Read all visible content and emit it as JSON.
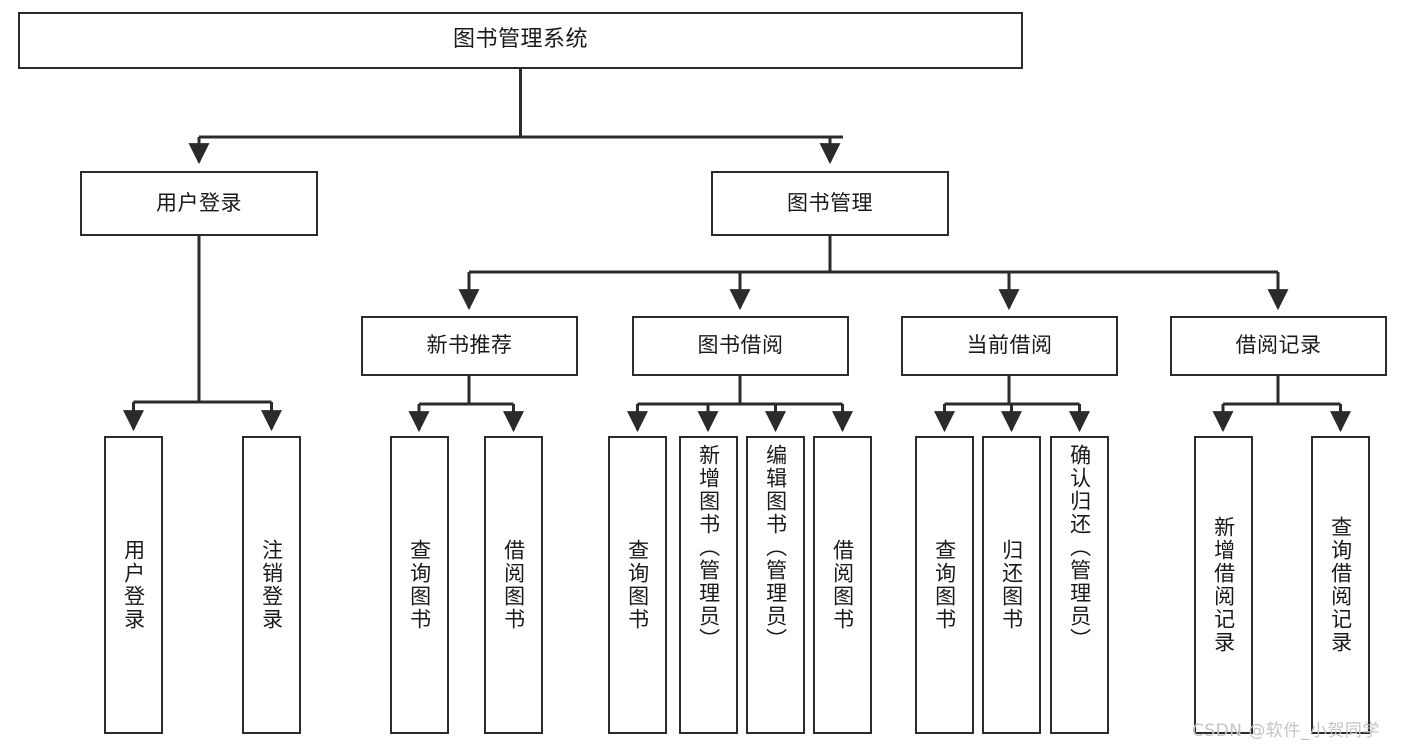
{
  "diagram": {
    "title": "图书管理系统",
    "type": "tree-hierarchy",
    "colors": {
      "box_border": "#2b2b2b",
      "box_fill": "#ffffff",
      "edge": "#2b2b2b",
      "text": "#1a1a1a",
      "watermark": "#c4c4c4"
    },
    "root": {
      "label": "图书管理系统"
    },
    "level2": [
      {
        "label": "用户登录"
      },
      {
        "label": "图书管理"
      }
    ],
    "level3": [
      {
        "label": "新书推荐"
      },
      {
        "label": "图书借阅"
      },
      {
        "label": "当前借阅"
      },
      {
        "label": "借阅记录"
      }
    ],
    "leaves": {
      "user_login": [
        {
          "label": "用户登录"
        },
        {
          "label": "注销登录"
        }
      ],
      "new_book": [
        {
          "label": "查询图书"
        },
        {
          "label": "借阅图书"
        }
      ],
      "book_borrow": [
        {
          "label": "查询图书"
        },
        {
          "label": "新增图书（管理员）"
        },
        {
          "label": "编辑图书（管理员）"
        },
        {
          "label": "借阅图书"
        }
      ],
      "current_borrow": [
        {
          "label": "查询图书"
        },
        {
          "label": "归还图书"
        },
        {
          "label": "确认归还（管理员）"
        }
      ],
      "borrow_record": [
        {
          "label": "新增借阅记录"
        },
        {
          "label": "查询借阅记录"
        }
      ]
    },
    "watermark": "CSDN @软件_小贺同学"
  }
}
